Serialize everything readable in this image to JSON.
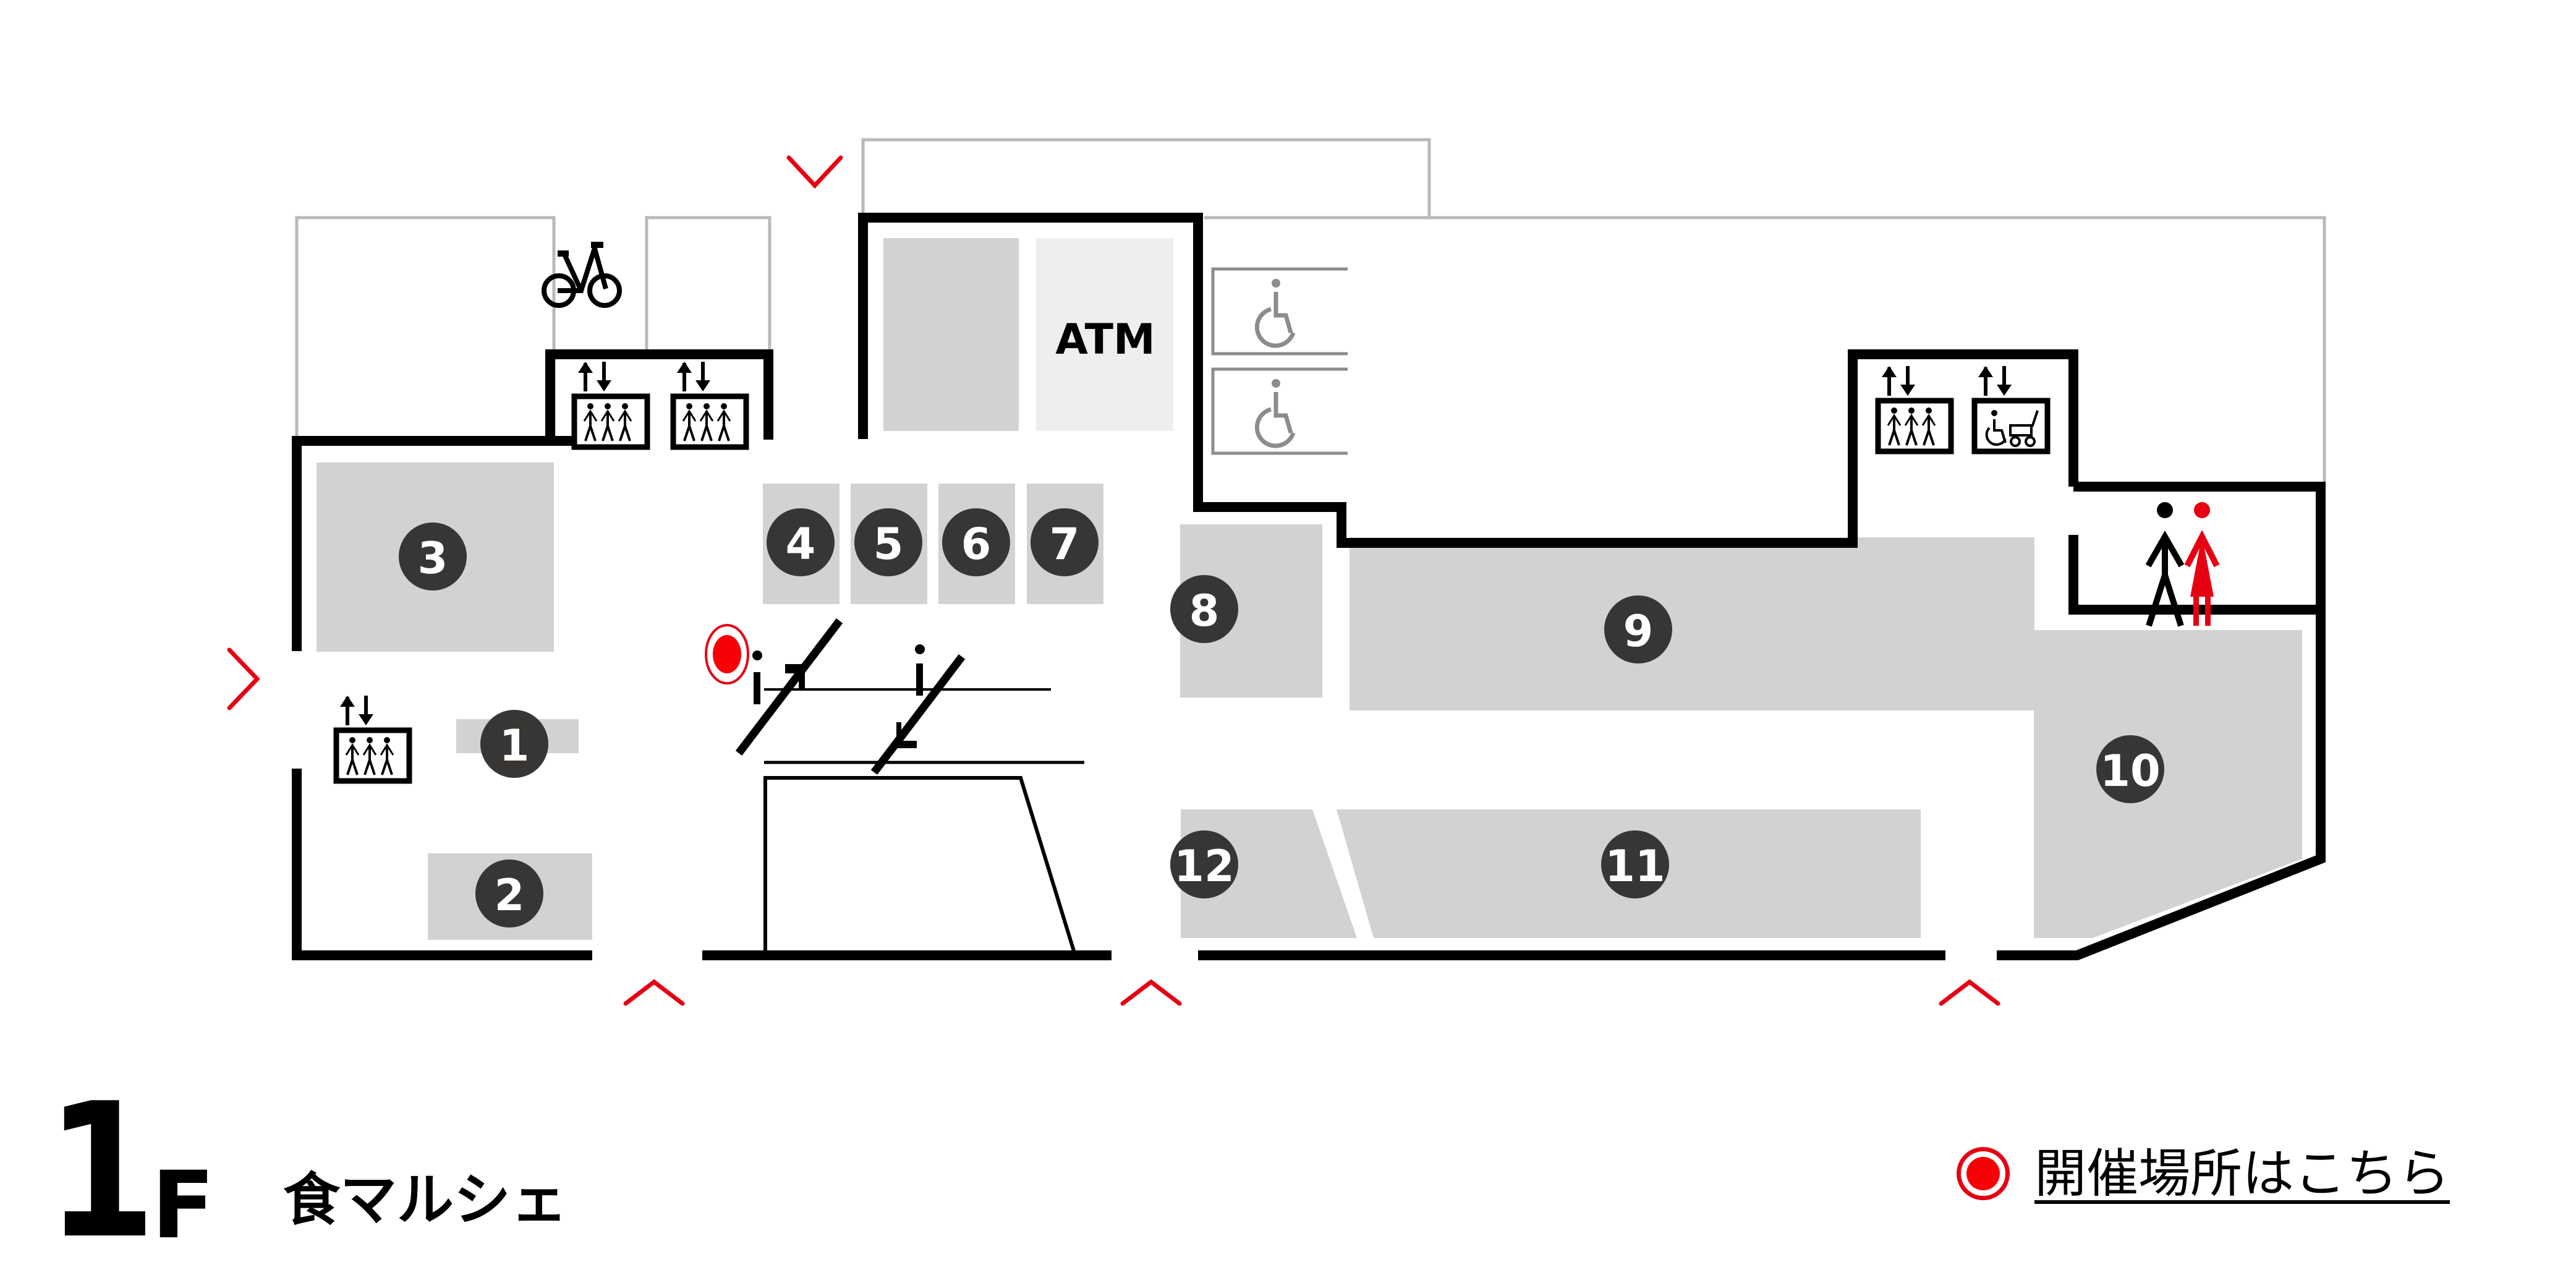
{
  "floor": {
    "number": "1",
    "suffix": "F",
    "name": "食マルシェ"
  },
  "legend": {
    "marker": "current-venue-marker",
    "label": "開催場所はこちら",
    "marker_color": "#e60012"
  },
  "colors": {
    "wall": "#000000",
    "shop_fill": "#d2d2d4",
    "shop_light_fill": "#eeeeee",
    "badge_fill": "#383634",
    "entrance_arrow": "#e60012",
    "outline": "#b9b9b9"
  },
  "facilities": {
    "atm_label": "ATM",
    "icons": [
      "bicycle-parking-icon",
      "elevator-icon",
      "wheelchair-elevator-icon",
      "accessible-parking-icon",
      "restroom-icon",
      "escalator-icon",
      "venue-marker-icon"
    ]
  },
  "shops": [
    {
      "id": "1",
      "label": "1"
    },
    {
      "id": "2",
      "label": "2"
    },
    {
      "id": "3",
      "label": "3"
    },
    {
      "id": "4",
      "label": "4"
    },
    {
      "id": "5",
      "label": "5"
    },
    {
      "id": "6",
      "label": "6"
    },
    {
      "id": "7",
      "label": "7"
    },
    {
      "id": "8",
      "label": "8"
    },
    {
      "id": "9",
      "label": "9"
    },
    {
      "id": "10",
      "label": "10"
    },
    {
      "id": "11",
      "label": "11"
    },
    {
      "id": "12",
      "label": "12"
    }
  ],
  "entrances": [
    {
      "id": "north",
      "direction": "down"
    },
    {
      "id": "west",
      "direction": "right"
    },
    {
      "id": "south-1",
      "direction": "up"
    },
    {
      "id": "south-2",
      "direction": "up"
    },
    {
      "id": "south-3",
      "direction": "up"
    }
  ]
}
